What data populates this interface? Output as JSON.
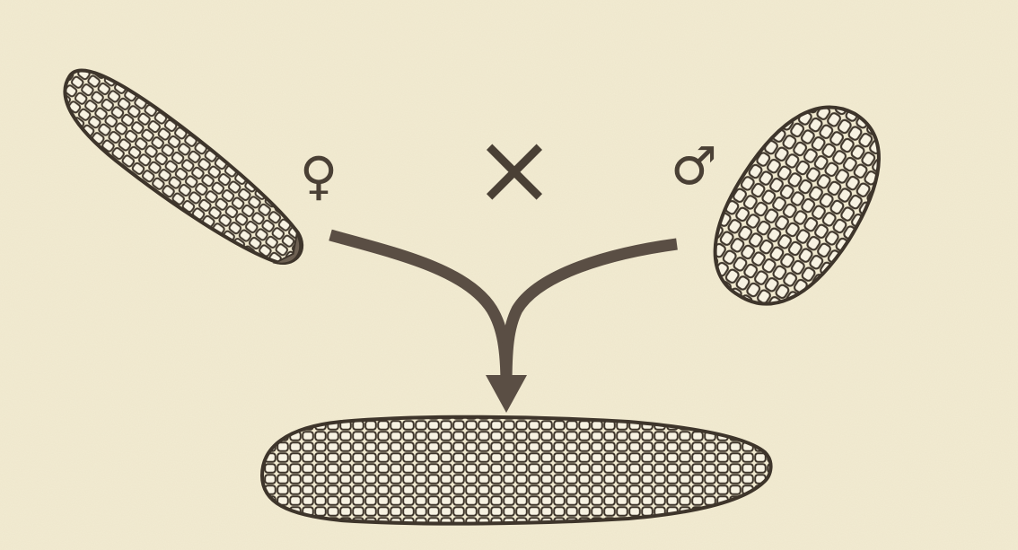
{
  "diagram": {
    "symbols": {
      "female": "♀",
      "cross": "×",
      "male": "♂"
    },
    "parts": {
      "female_parent": "ear-of-corn",
      "male_parent": "ear-of-corn",
      "offspring": "ear-of-corn"
    },
    "colors": {
      "paper": "#f3ecd2",
      "ink": "#4a4035",
      "arrow": "#5a4e44",
      "kernel_fill": "#f7f2e2"
    }
  }
}
